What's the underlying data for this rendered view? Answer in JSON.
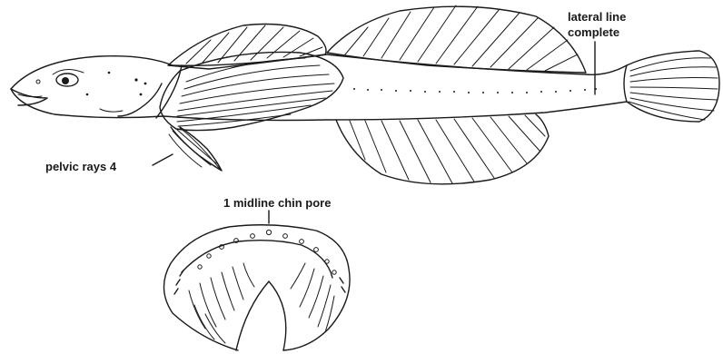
{
  "annotations": {
    "lateral_line_1": "lateral line",
    "lateral_line_2": "complete",
    "pelvic_rays": "pelvic rays 4",
    "chin_pore": "1 midline chin pore"
  }
}
